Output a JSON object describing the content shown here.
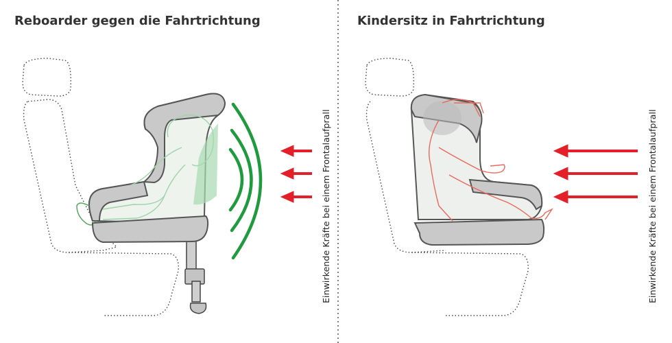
{
  "left_panel": {
    "title": "Reboarder gegen die Fahrtrichtung",
    "force_label": "Einwirkende Kräfte bei einem Frontalaufprall"
  },
  "right_panel": {
    "title": "Kindersitz in Fahrtrichtung",
    "force_label": "Einwirkende Kräfte bei einem Frontalaufprall"
  },
  "colors": {
    "arrow": "#e3202a",
    "wave": "#1f9a3f",
    "seat_gray": "#c9c9c9",
    "child_green": "#9fd3a8",
    "child_red": "#e86a5b"
  }
}
